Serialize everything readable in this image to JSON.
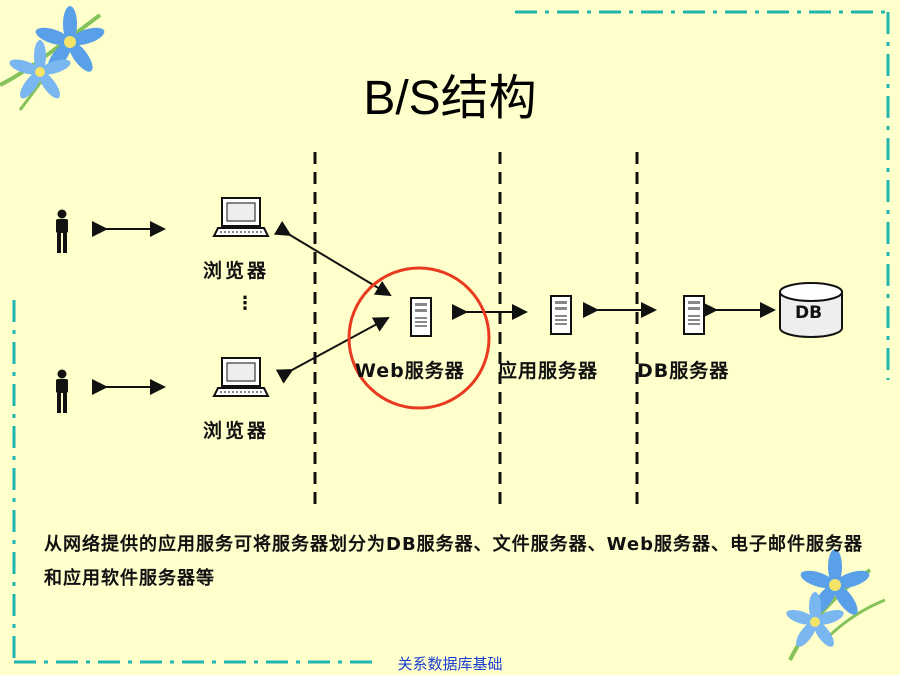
{
  "title": "B/S结构",
  "labels": {
    "browser_top": "浏览器",
    "browser_bottom": "浏览器",
    "ellipsis": "⋮",
    "web_server": "Web服务器",
    "app_server": "应用服务器",
    "db_server": "DB服务器",
    "db_text": "DB"
  },
  "description": "从网络提供的应用服务可将服务器划分为DB服务器、文件服务器、Web服务器、电子邮件服务器和应用软件服务器等",
  "footer": "关系数据库基础",
  "colors": {
    "background": "#ffffcc",
    "border": "#1fb5b0",
    "highlight_circle": "#e83a1e",
    "footer_text": "#1a3fd0"
  },
  "icons": [
    "person-icon",
    "computer-icon",
    "server-icon",
    "database-icon",
    "flower-icon"
  ]
}
